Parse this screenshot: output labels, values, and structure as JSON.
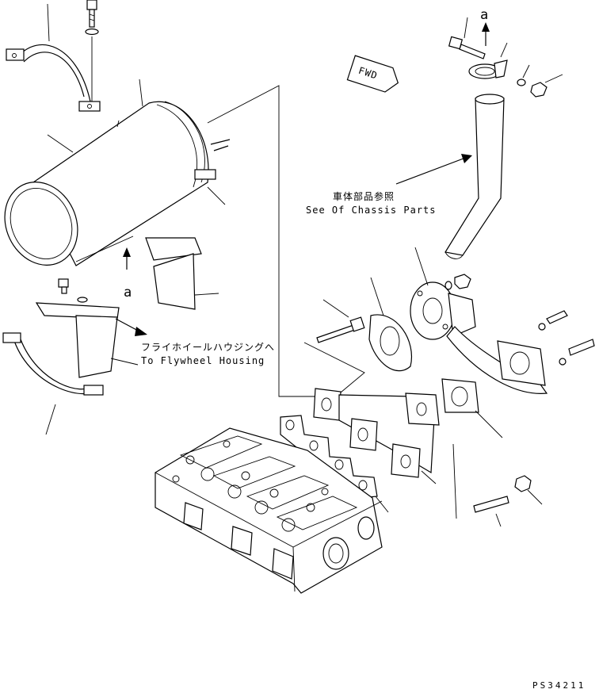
{
  "direction_label": "FWD",
  "view_marker_a": "a",
  "chassis_note": {
    "jp": "車体部品参照",
    "en": "See Of Chassis Parts"
  },
  "flywheel_note": {
    "jp": "フライホイールハウジングへ",
    "en": "To Flywheel Housing"
  },
  "drawing_code": "PS34211",
  "icons": [
    "muffler-icon",
    "muffler-band-icon",
    "bracket-icon",
    "bolt-icon",
    "washer-icon",
    "nut-icon",
    "exhaust-pipe-icon",
    "flange-icon",
    "gasket-icon",
    "exhaust-manifold-icon",
    "cylinder-head-icon",
    "stud-icon",
    "fwd-arrow-icon"
  ]
}
